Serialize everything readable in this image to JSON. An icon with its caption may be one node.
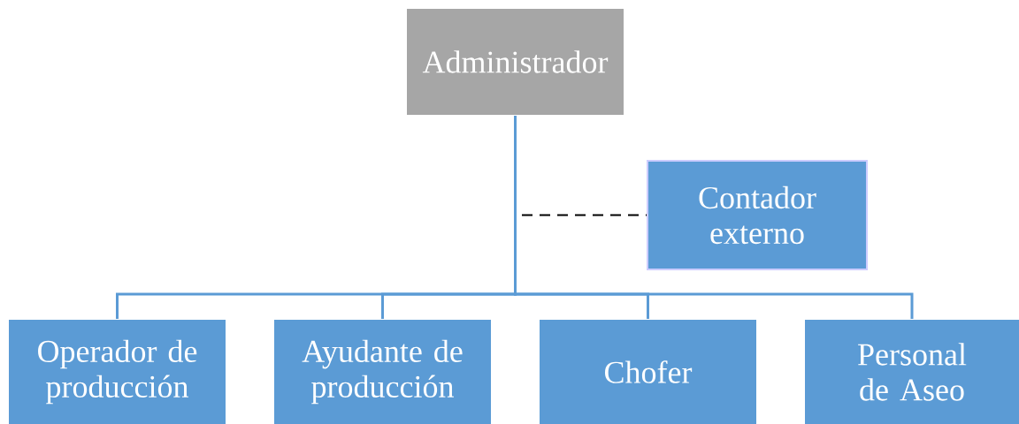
{
  "diagram": {
    "nodes": [
      {
        "text": [
          "Administrador"
        ]
      },
      {
        "text": [
          "Contador externo"
        ]
      },
      {
        "text": [
          "Operador de producción"
        ]
      },
      {
        "text": [
          "Ayudante de producción"
        ]
      },
      {
        "text": [
          "Chofer"
        ]
      },
      {
        "text": [
          "Personal de Aseo"
        ]
      }
    ],
    "edges": [
      {
        "from": 0,
        "to": 1,
        "arrow": "none",
        "style": "dashed",
        "color": "#000000"
      },
      {
        "from": 0,
        "to": 2,
        "arrow": "none"
      },
      {
        "from": 0,
        "to": 3,
        "arrow": "none"
      },
      {
        "from": 0,
        "to": 4,
        "arrow": "none"
      },
      {
        "from": 0,
        "to": 5,
        "arrow": "none"
      }
    ]
  }
}
